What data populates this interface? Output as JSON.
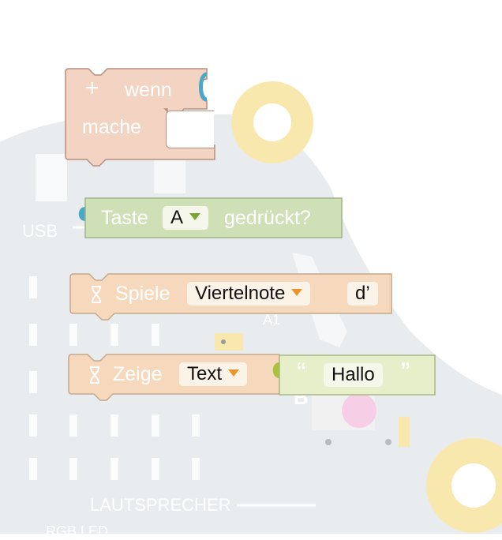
{
  "background": {
    "silkscreen": {
      "usb": "USB",
      "a1": "A1",
      "b": "B",
      "speaker": "LAUTSPRECHER",
      "rgb": "RGB LED"
    },
    "colors": {
      "board": "#e9edf0",
      "pad": "#f9e7a9"
    }
  },
  "blocks": {
    "if_block": {
      "if_label": "wenn",
      "do_label": "mache",
      "plus_icon": "+",
      "color": "#f3d3c1"
    },
    "button_pressed": {
      "label_before": "Taste",
      "dropdown_value": "A",
      "label_after": "gedrückt?",
      "color": "#cfe0b7"
    },
    "play_note": {
      "label": "Spiele",
      "dropdown_value": "Viertelnote",
      "note_value": "d’",
      "color": "#f6d9bd"
    },
    "show_text": {
      "label": "Zeige",
      "dropdown_value": "Text",
      "color": "#f6d9bd"
    },
    "text_literal": {
      "open_quote": "“",
      "value": "Hallo",
      "close_quote": "”",
      "color": "#e6efc9"
    }
  }
}
